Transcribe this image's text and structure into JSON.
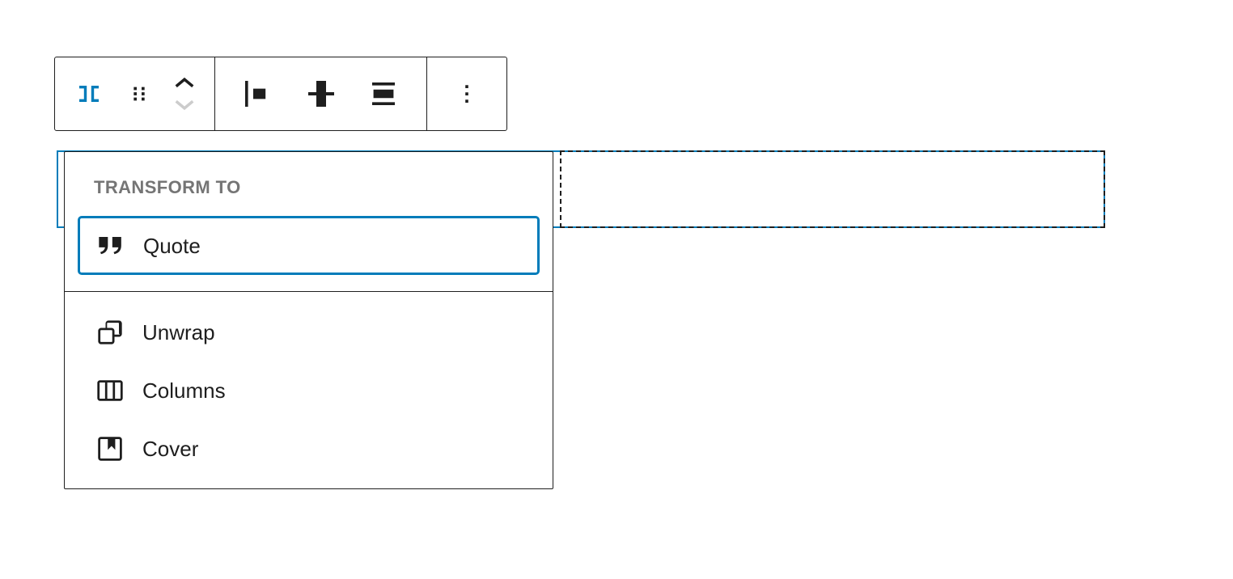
{
  "colors": {
    "accent_blue": "#007cba",
    "text_dark": "#1e1e1e",
    "label_gray": "#757575",
    "disabled_gray": "#cccccc",
    "background": "#ffffff"
  },
  "block_toolbar": {
    "buttons": [
      {
        "name": "block-switcher",
        "icon": "row-block-icon",
        "icon_color": "#007cba"
      },
      {
        "name": "drag",
        "icon": "drag-handle-icon"
      },
      {
        "name": "move-up",
        "icon": "chevron-up-icon"
      },
      {
        "name": "move-down",
        "icon": "chevron-down-icon",
        "disabled": true
      },
      {
        "name": "justify-items",
        "icon": "justify-left-icon"
      },
      {
        "name": "vertical-align",
        "icon": "align-vertical-center-icon"
      },
      {
        "name": "stretch",
        "icon": "stretch-icon"
      },
      {
        "name": "options",
        "icon": "more-vertical-icon"
      }
    ]
  },
  "transform_menu": {
    "heading": "TRANSFORM TO",
    "selected_item": {
      "label": "Quote",
      "icon": "quote-icon"
    },
    "items": [
      {
        "label": "Unwrap",
        "icon": "ungroup-icon"
      },
      {
        "label": "Columns",
        "icon": "columns-icon"
      },
      {
        "label": "Cover",
        "icon": "cover-icon"
      }
    ]
  },
  "canvas": {
    "selected_block": {
      "type": "row",
      "content": ""
    }
  }
}
